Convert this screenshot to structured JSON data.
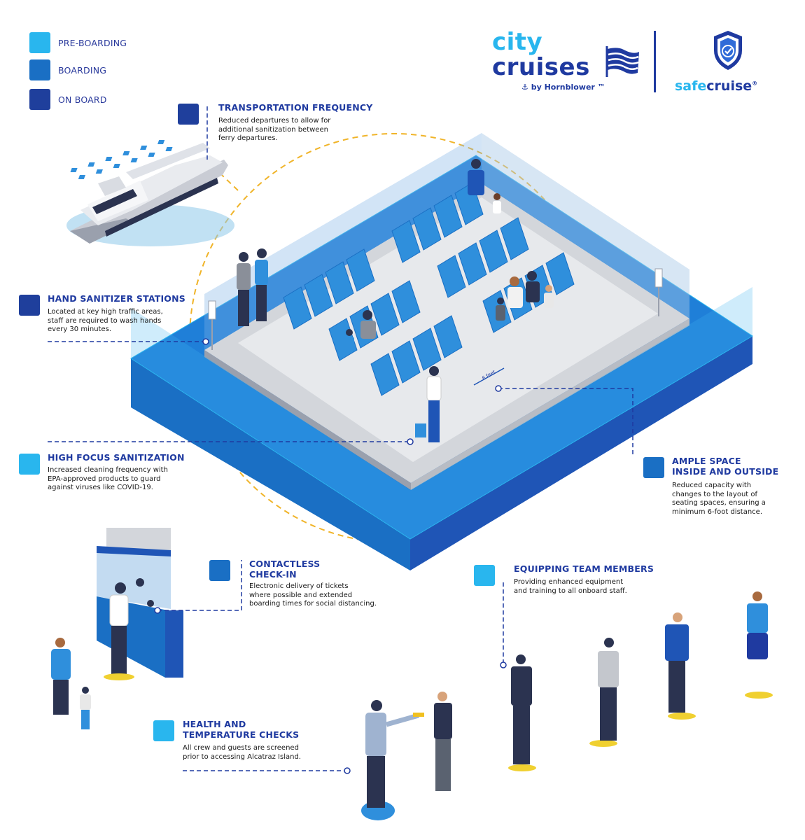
{
  "legend": {
    "items": [
      {
        "label": "PRE-BOARDING",
        "color": "#29b6ee"
      },
      {
        "label": "BOARDING",
        "color": "#1a6fc4"
      },
      {
        "label": "ON BOARD",
        "color": "#1f3f9c"
      }
    ]
  },
  "brand": {
    "name_line1": "city",
    "name_line2": "cruises",
    "byline": "⚓ by Hornblower ™",
    "safecruise_a": "safe",
    "safecruise_b": "cruise",
    "registered": "®",
    "color_light": "#29b6ee",
    "color_dark": "#1f3aa0"
  },
  "sections": {
    "transportation": {
      "title": "TRANSPORTATION FREQUENCY",
      "body": [
        "Reduced departures to allow for",
        "additional sanitization between",
        "ferry departures."
      ],
      "phase": "on-board"
    },
    "sanitizer": {
      "title": "HAND SANITIZER STATIONS",
      "body": [
        "Located at key high traffic areas,",
        "staff are required to wash hands",
        "every 30 minutes."
      ],
      "phase": "on-board"
    },
    "sanitization": {
      "title": "HIGH FOCUS SANITIZATION",
      "body": [
        "Increased cleaning frequency with",
        "EPA-approved products to guard",
        "against viruses like COVID-19."
      ],
      "phase": "pre-boarding"
    },
    "ample_space": {
      "title_line1": "AMPLE SPACE",
      "title_line2": "INSIDE AND OUTSIDE",
      "body": [
        "Reduced capacity with",
        "changes to the layout of",
        "seating spaces, ensuring a",
        "minimum 6-foot distance."
      ],
      "phase": "boarding"
    },
    "checkin": {
      "title_line1": "CONTACTLESS",
      "title_line2": "CHECK-IN",
      "body": [
        "Electronic delivery of tickets",
        "where possible and extended",
        "boarding times for social distancing."
      ],
      "phase": "boarding"
    },
    "team": {
      "title": "EQUIPPING TEAM MEMBERS",
      "body": [
        "Providing enhanced equipment",
        "and training to all onboard staff."
      ],
      "phase": "pre-boarding"
    },
    "health": {
      "title_line1": "HEALTH AND",
      "title_line2": "TEMPERATURE CHECKS",
      "body": [
        "All crew and guests are screened",
        "prior to accessing Alcatraz Island."
      ],
      "phase": "pre-boarding"
    }
  },
  "distance_label": "6 feet"
}
